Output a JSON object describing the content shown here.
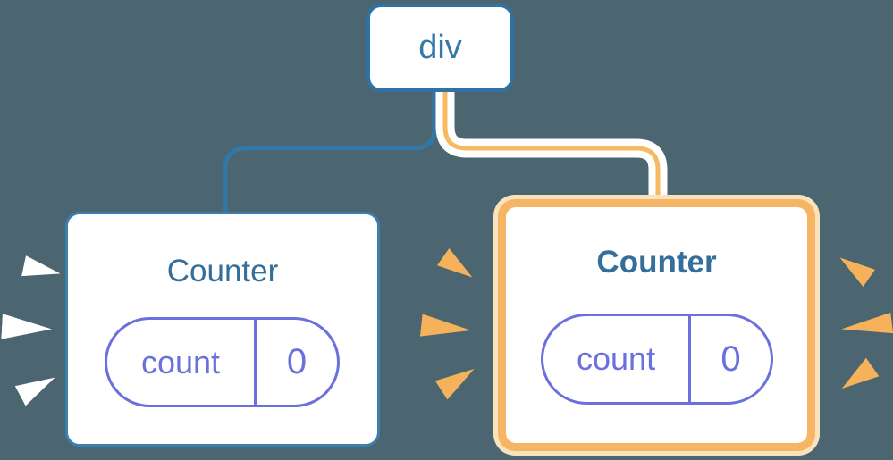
{
  "root_node": {
    "label": "div"
  },
  "left_counter": {
    "title": "Counter",
    "pill": {
      "key": "count",
      "value": "0"
    }
  },
  "right_counter": {
    "title": "Counter",
    "pill": {
      "key": "count",
      "value": "0"
    }
  },
  "colors": {
    "background": "#4B6670",
    "blue_line": "#3377A6",
    "node_border": "#2F72A3",
    "node_text": "#3579A8",
    "card_border": "#3C7EB0",
    "title_text": "#336F9A",
    "pill_purple": "#6A70DC",
    "highlight_orange": "#F5B564",
    "highlight_glow": "#F9E3BD",
    "connector_orange": "#F7BA62",
    "spark_orange": "#F6B25A",
    "spark_white": "#FFFFFF",
    "card_background": "#FFFFFF"
  }
}
